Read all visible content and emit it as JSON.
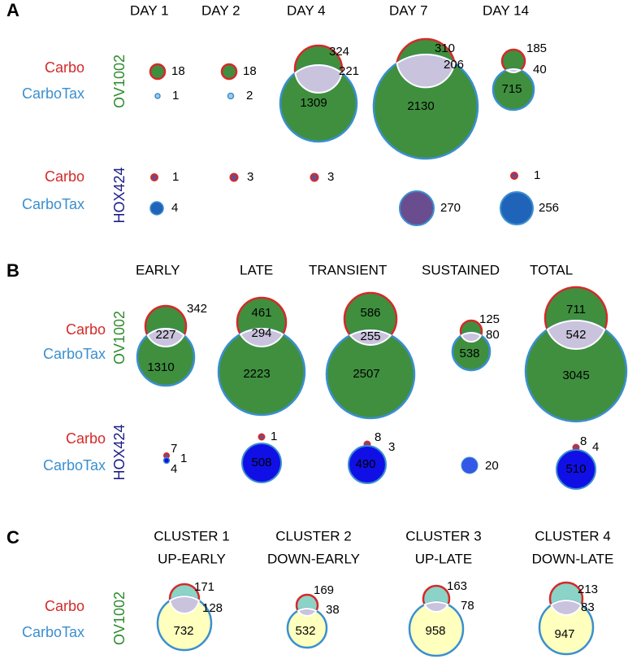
{
  "colors": {
    "carbo": "#d42a2a",
    "carbotax": "#3a8fd0",
    "ov1002": "#2e8b2e",
    "hox424": "#1d1f86",
    "green_fill": "#3f8f3f",
    "overlap": "#c9c3dd",
    "hox_blue": "#1f64b9",
    "hox_purple": "#6a4d8e",
    "vivid_blue": "#1010e6",
    "teal": "#8bd3c7",
    "cream": "#ffffbe"
  },
  "panelA": {
    "letter": "A",
    "columns": [
      "DAY 1",
      "DAY 2",
      "DAY 4",
      "DAY 7",
      "DAY 14"
    ],
    "groups": [
      {
        "name": "OV1002",
        "rows": [
          "Carbo",
          "CarboTax"
        ],
        "cells": [
          {
            "carbo_only": 18,
            "overlap": null,
            "carbotax_only": 1
          },
          {
            "carbo_only": 18,
            "overlap": null,
            "carbotax_only": 2
          },
          {
            "carbo_only": 324,
            "overlap": 221,
            "carbotax_only": 1309
          },
          {
            "carbo_only": 310,
            "overlap": 206,
            "carbotax_only": 2130
          },
          {
            "carbo_only": 185,
            "overlap": 40,
            "carbotax_only": 715
          }
        ]
      },
      {
        "name": "HOX424",
        "rows": [
          "Carbo",
          "CarboTax"
        ],
        "cells": [
          {
            "carbo_only": 1,
            "carbotax_only": 4
          },
          {
            "carbo_only": 3,
            "carbotax_only": null
          },
          {
            "carbo_only": 3,
            "carbotax_only": null
          },
          {
            "carbo_only": null,
            "carbotax_only": 270
          },
          {
            "carbo_only": 1,
            "carbotax_only": 256
          }
        ]
      }
    ]
  },
  "panelB": {
    "letter": "B",
    "columns": [
      "EARLY",
      "LATE",
      "TRANSIENT",
      "SUSTAINED",
      "TOTAL"
    ],
    "groups": [
      {
        "name": "OV1002",
        "rows": [
          "Carbo",
          "CarboTax"
        ],
        "cells": [
          {
            "carbo_only": 342,
            "overlap": 227,
            "carbotax_only": 1310
          },
          {
            "carbo_only": 461,
            "overlap": 294,
            "carbotax_only": 2223
          },
          {
            "carbo_only": 586,
            "overlap": 255,
            "carbotax_only": 2507
          },
          {
            "carbo_only": 125,
            "overlap": 80,
            "carbotax_only": 538
          },
          {
            "carbo_only": 711,
            "overlap": 542,
            "carbotax_only": 3045
          }
        ]
      },
      {
        "name": "HOX424",
        "rows": [
          "Carbo",
          "CarboTax"
        ],
        "cells": [
          {
            "carbo_only": 7,
            "overlap": 1,
            "carbotax_only": 4
          },
          {
            "carbo_only": 1,
            "overlap": null,
            "carbotax_only": 508
          },
          {
            "carbo_only": 8,
            "overlap": 3,
            "carbotax_only": 490
          },
          {
            "carbo_only": null,
            "overlap": null,
            "carbotax_only": 20
          },
          {
            "carbo_only": 8,
            "overlap": 4,
            "carbotax_only": 510
          }
        ]
      }
    ]
  },
  "panelC": {
    "letter": "C",
    "columns": [
      {
        "line1": "CLUSTER 1",
        "line2": "UP-EARLY"
      },
      {
        "line1": "CLUSTER 2",
        "line2": "DOWN-EARLY"
      },
      {
        "line1": "CLUSTER 3",
        "line2": "UP-LATE"
      },
      {
        "line1": "CLUSTER 4",
        "line2": "DOWN-LATE"
      }
    ],
    "group": "OV1002",
    "rows": [
      "Carbo",
      "CarboTax"
    ],
    "cells": [
      {
        "carbo_only": 171,
        "overlap": 128,
        "carbotax_only": 732
      },
      {
        "carbo_only": 169,
        "overlap": 38,
        "carbotax_only": 532
      },
      {
        "carbo_only": 163,
        "overlap": 78,
        "carbotax_only": 958
      },
      {
        "carbo_only": 213,
        "overlap": 83,
        "carbotax_only": 947
      }
    ]
  }
}
